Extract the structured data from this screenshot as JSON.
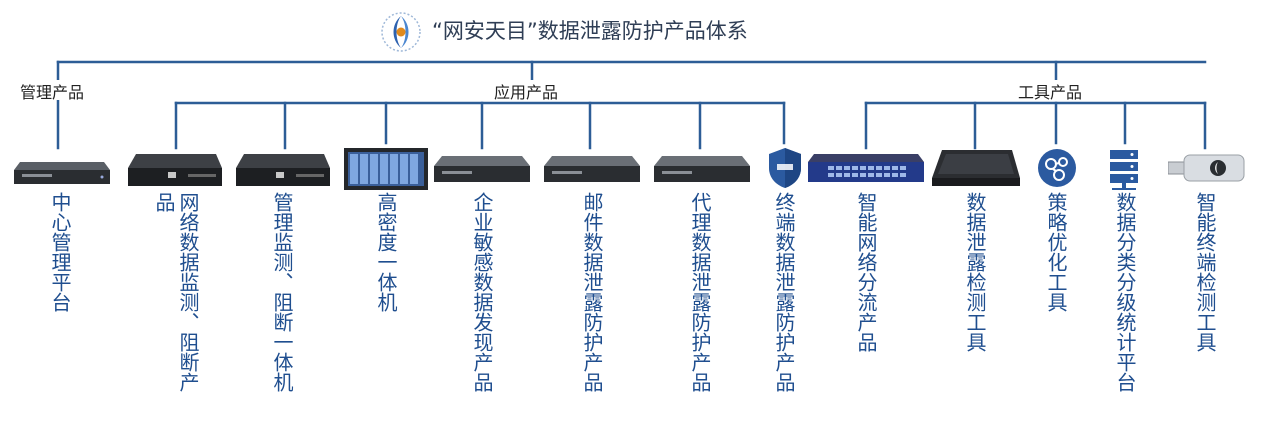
{
  "header": {
    "title": "“网安天目”数据泄露防护产品体系",
    "logo_icon": "eye-logo-icon"
  },
  "colors": {
    "line": "#2d5d96",
    "label_text": "#1f4e8f",
    "title_text": "#2f3e55"
  },
  "groups": {
    "management": "管理产品",
    "application": "应用产品",
    "tools": "工具产品"
  },
  "products": [
    {
      "name": "中心管理平台",
      "icon": "rack-server-1u-icon"
    },
    {
      "name": "网络数据监测、阻断产品",
      "icon": "rack-server-1u-dark-icon"
    },
    {
      "name": "管理监测、阻断一体机",
      "icon": "rack-server-1u-dark-icon"
    },
    {
      "name": "高密度一体机",
      "icon": "high-density-chassis-icon"
    },
    {
      "name": "企业敏感数据发现产品",
      "icon": "rack-server-1u-icon"
    },
    {
      "name": "邮件数据泄露防护产品",
      "icon": "rack-server-1u-icon"
    },
    {
      "name": "代理数据泄露防护产品",
      "icon": "rack-server-1u-icon"
    },
    {
      "name": "终端数据泄露防护产品",
      "icon": "shield-icon"
    },
    {
      "name": "智能网络分流产品",
      "icon": "network-switch-icon"
    },
    {
      "name": "数据泄露检测工具",
      "icon": "rugged-case-icon"
    },
    {
      "name": "策略优化工具",
      "icon": "strategy-nodes-icon"
    },
    {
      "name": "数据分类分级统计平台",
      "icon": "server-stack-icon"
    },
    {
      "name": "智能终端检测工具",
      "icon": "usb-key-icon"
    }
  ]
}
